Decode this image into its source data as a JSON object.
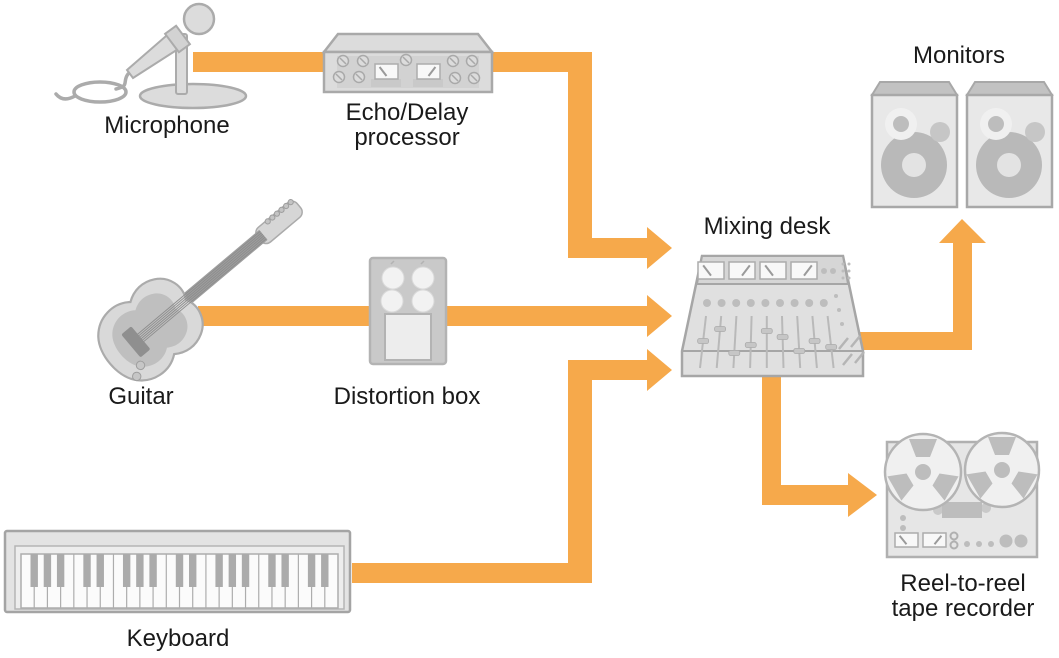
{
  "colors": {
    "arrow": "#F6A94B",
    "device_fill": "#DEDEDE",
    "device_stroke": "#A8A8A8",
    "device_detail": "#BDBDBD",
    "label_text": "#1A1A1A"
  },
  "nodes": {
    "microphone": {
      "label": "Microphone"
    },
    "echo_processor": {
      "label_line1": "Echo/Delay",
      "label_line2": "processor"
    },
    "guitar": {
      "label": "Guitar"
    },
    "distortion_box": {
      "label": "Distortion box"
    },
    "keyboard": {
      "label": "Keyboard"
    },
    "mixing_desk": {
      "label": "Mixing desk"
    },
    "monitors": {
      "label": "Monitors"
    },
    "tape_recorder": {
      "label_line1": "Reel-to-reel",
      "label_line2": "tape recorder"
    }
  },
  "connections": [
    {
      "from": "Microphone",
      "to": "Echo/Delay processor"
    },
    {
      "from": "Echo/Delay processor",
      "to": "Mixing desk"
    },
    {
      "from": "Guitar",
      "to": "Distortion box"
    },
    {
      "from": "Distortion box",
      "to": "Mixing desk"
    },
    {
      "from": "Keyboard",
      "to": "Mixing desk"
    },
    {
      "from": "Mixing desk",
      "to": "Monitors"
    },
    {
      "from": "Mixing desk",
      "to": "Reel-to-reel tape recorder"
    }
  ]
}
